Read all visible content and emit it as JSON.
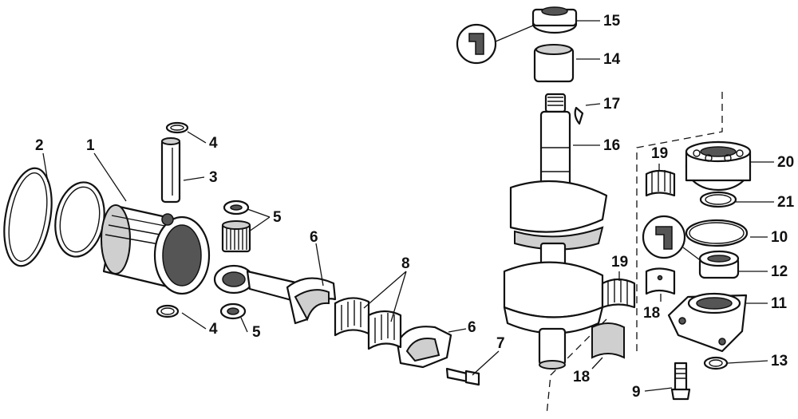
{
  "callouts": [
    {
      "id": "c1",
      "label": "1"
    },
    {
      "id": "c2",
      "label": "2"
    },
    {
      "id": "c3",
      "label": "3"
    },
    {
      "id": "c4a",
      "label": "4"
    },
    {
      "id": "c4b",
      "label": "4"
    },
    {
      "id": "c5a",
      "label": "5"
    },
    {
      "id": "c5b",
      "label": "5"
    },
    {
      "id": "c6a",
      "label": "6"
    },
    {
      "id": "c6b",
      "label": "6"
    },
    {
      "id": "c7",
      "label": "7"
    },
    {
      "id": "c8",
      "label": "8"
    },
    {
      "id": "c9",
      "label": "9"
    },
    {
      "id": "c10",
      "label": "10"
    },
    {
      "id": "c11",
      "label": "11"
    },
    {
      "id": "c12",
      "label": "12"
    },
    {
      "id": "c13",
      "label": "13"
    },
    {
      "id": "c14",
      "label": "14"
    },
    {
      "id": "c15",
      "label": "15"
    },
    {
      "id": "c16",
      "label": "16"
    },
    {
      "id": "c17",
      "label": "17"
    },
    {
      "id": "c18a",
      "label": "18"
    },
    {
      "id": "c18b",
      "label": "18"
    },
    {
      "id": "c19a",
      "label": "19"
    },
    {
      "id": "c19b",
      "label": "19"
    },
    {
      "id": "c20",
      "label": "20"
    },
    {
      "id": "c21",
      "label": "21"
    }
  ]
}
